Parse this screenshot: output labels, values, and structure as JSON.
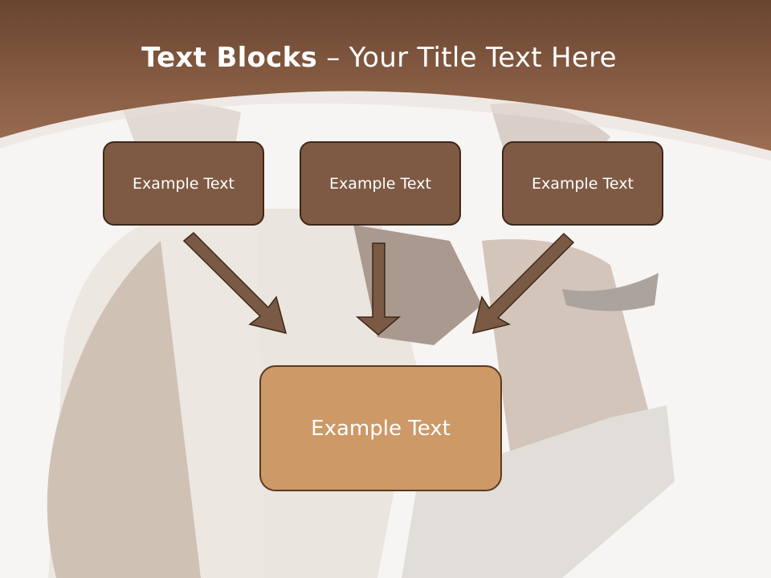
{
  "slide": {
    "title_bold": "Text Blocks",
    "title_rest": " – Your Title Text Here",
    "boxes": [
      {
        "label": "Example Text"
      },
      {
        "label": "Example Text"
      },
      {
        "label": "Example Text"
      }
    ],
    "main_box": {
      "label": "Example Text"
    }
  },
  "colors": {
    "header_brown": "#7d5540",
    "box_brown": "#7e5a44",
    "box_border": "#3d2818",
    "main_box_tan": "#cc9967",
    "arrow": "#7a5a45"
  }
}
